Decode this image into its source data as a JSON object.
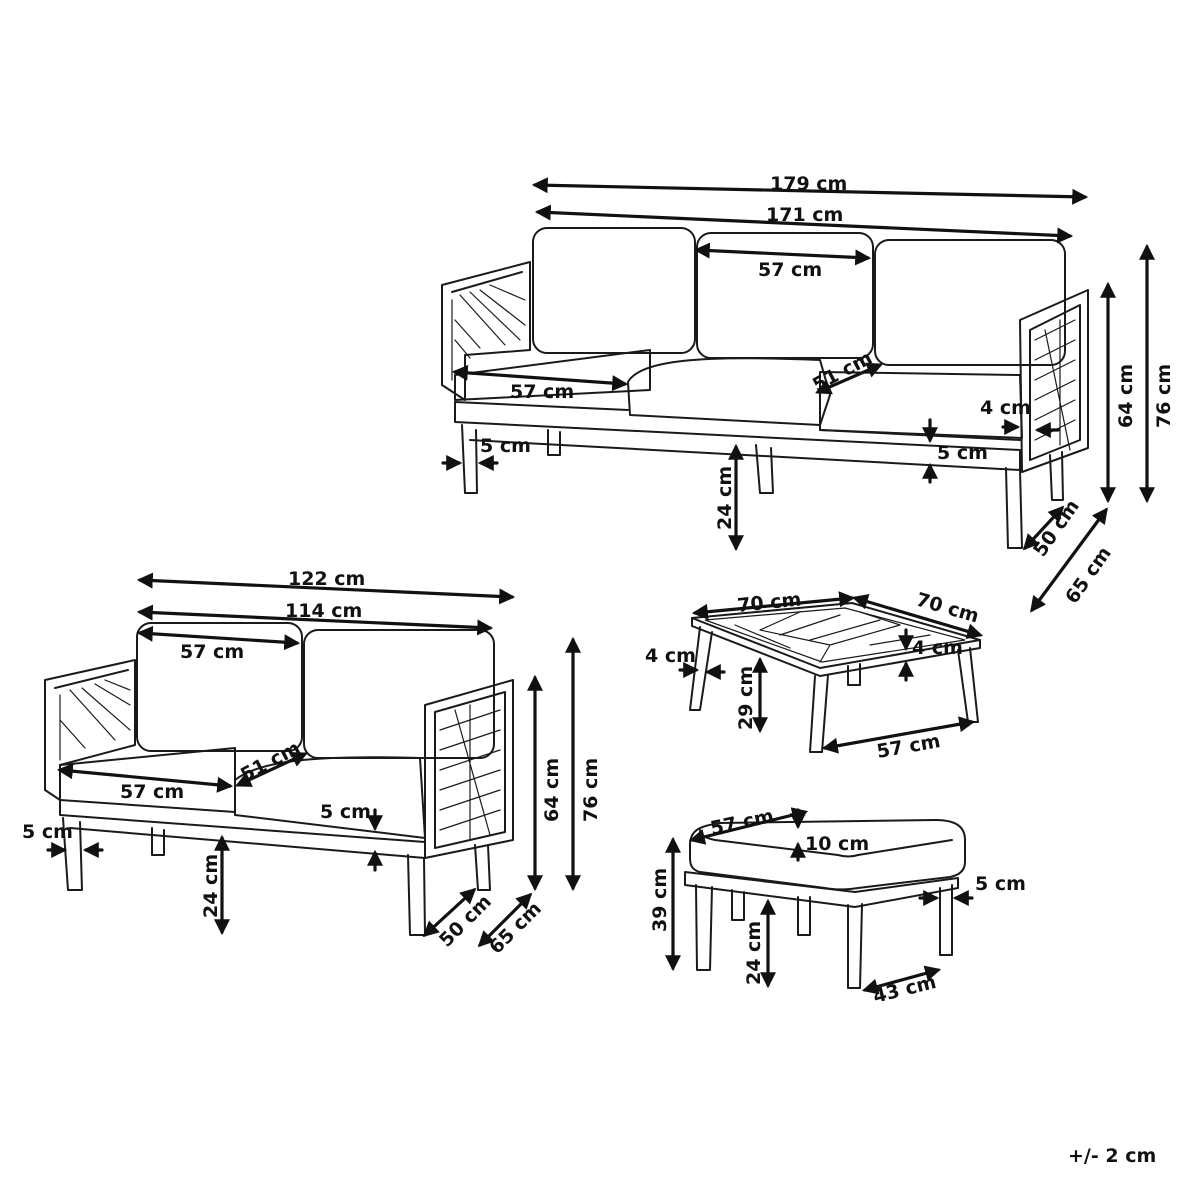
{
  "sofa3": {
    "total_width": "179 cm",
    "frame_width": "171 cm",
    "back_cushion_width": "57 cm",
    "seat_cushion_width": "57 cm",
    "seat_depth": "51 cm",
    "arm_width": "4 cm",
    "cushion_thickness": "5 cm",
    "leg_width": "5 cm",
    "leg_height": "24 cm",
    "seat_height": "64 cm",
    "total_height": "76 cm",
    "inner_depth": "50 cm",
    "total_depth": "65 cm"
  },
  "sofa2": {
    "total_width": "122 cm",
    "frame_width": "114 cm",
    "back_cushion_width": "57 cm",
    "seat_cushion_width": "57 cm",
    "seat_depth": "51 cm",
    "cushion_thickness": "5 cm",
    "leg_width": "5 cm",
    "leg_height": "24 cm",
    "seat_height": "64 cm",
    "total_height": "76 cm",
    "inner_depth": "50 cm",
    "total_depth": "65 cm"
  },
  "table": {
    "width": "70 cm",
    "depth": "70 cm",
    "leg_width": "4 cm",
    "top_thickness": "4 cm",
    "height": "29 cm",
    "leg_span": "57 cm"
  },
  "ottoman": {
    "width": "57 cm",
    "cushion_thickness": "10 cm",
    "leg_width": "5 cm",
    "total_height": "39 cm",
    "leg_height": "24 cm",
    "leg_span": "43 cm"
  },
  "tolerance": "+/- 2 cm"
}
